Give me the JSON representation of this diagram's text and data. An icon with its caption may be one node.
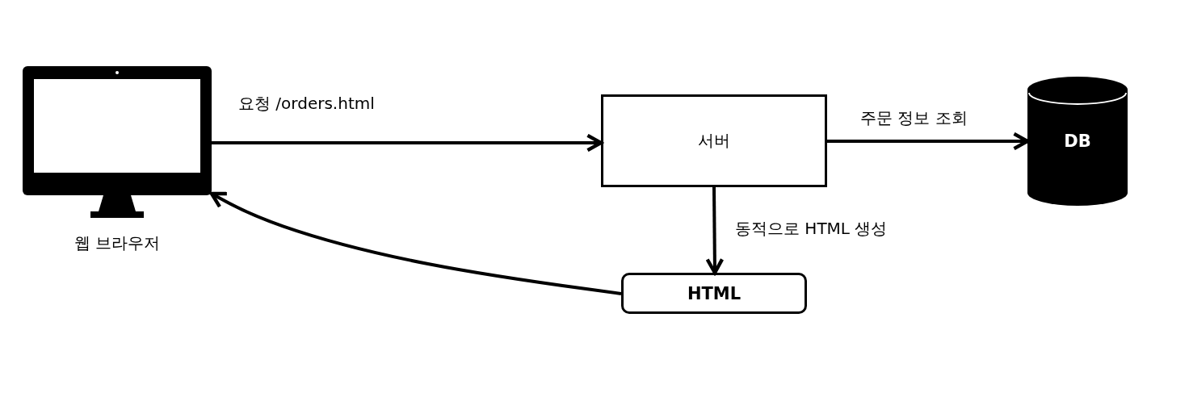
{
  "diagram": {
    "nodes": [
      {
        "text": [],
        "shape": "picture",
        "beside": [
          "웹 브라우저"
        ]
      },
      {
        "text": [
          "서버"
        ]
      },
      {
        "text": [
          "DB"
        ]
      },
      {
        "text": [
          "HTML"
        ]
      }
    ],
    "edges": [
      {
        "from": 0,
        "to": 1,
        "arrow": "to",
        "label": "요청 /orders.html"
      },
      {
        "from": 1,
        "to": 2,
        "arrow": "to",
        "label": "주문 정보 조회"
      },
      {
        "from": 1,
        "to": 3,
        "arrow": "to",
        "label": "동적으로 HTML 생성"
      },
      {
        "from": 3,
        "to": 0,
        "arrow": "to"
      }
    ]
  }
}
